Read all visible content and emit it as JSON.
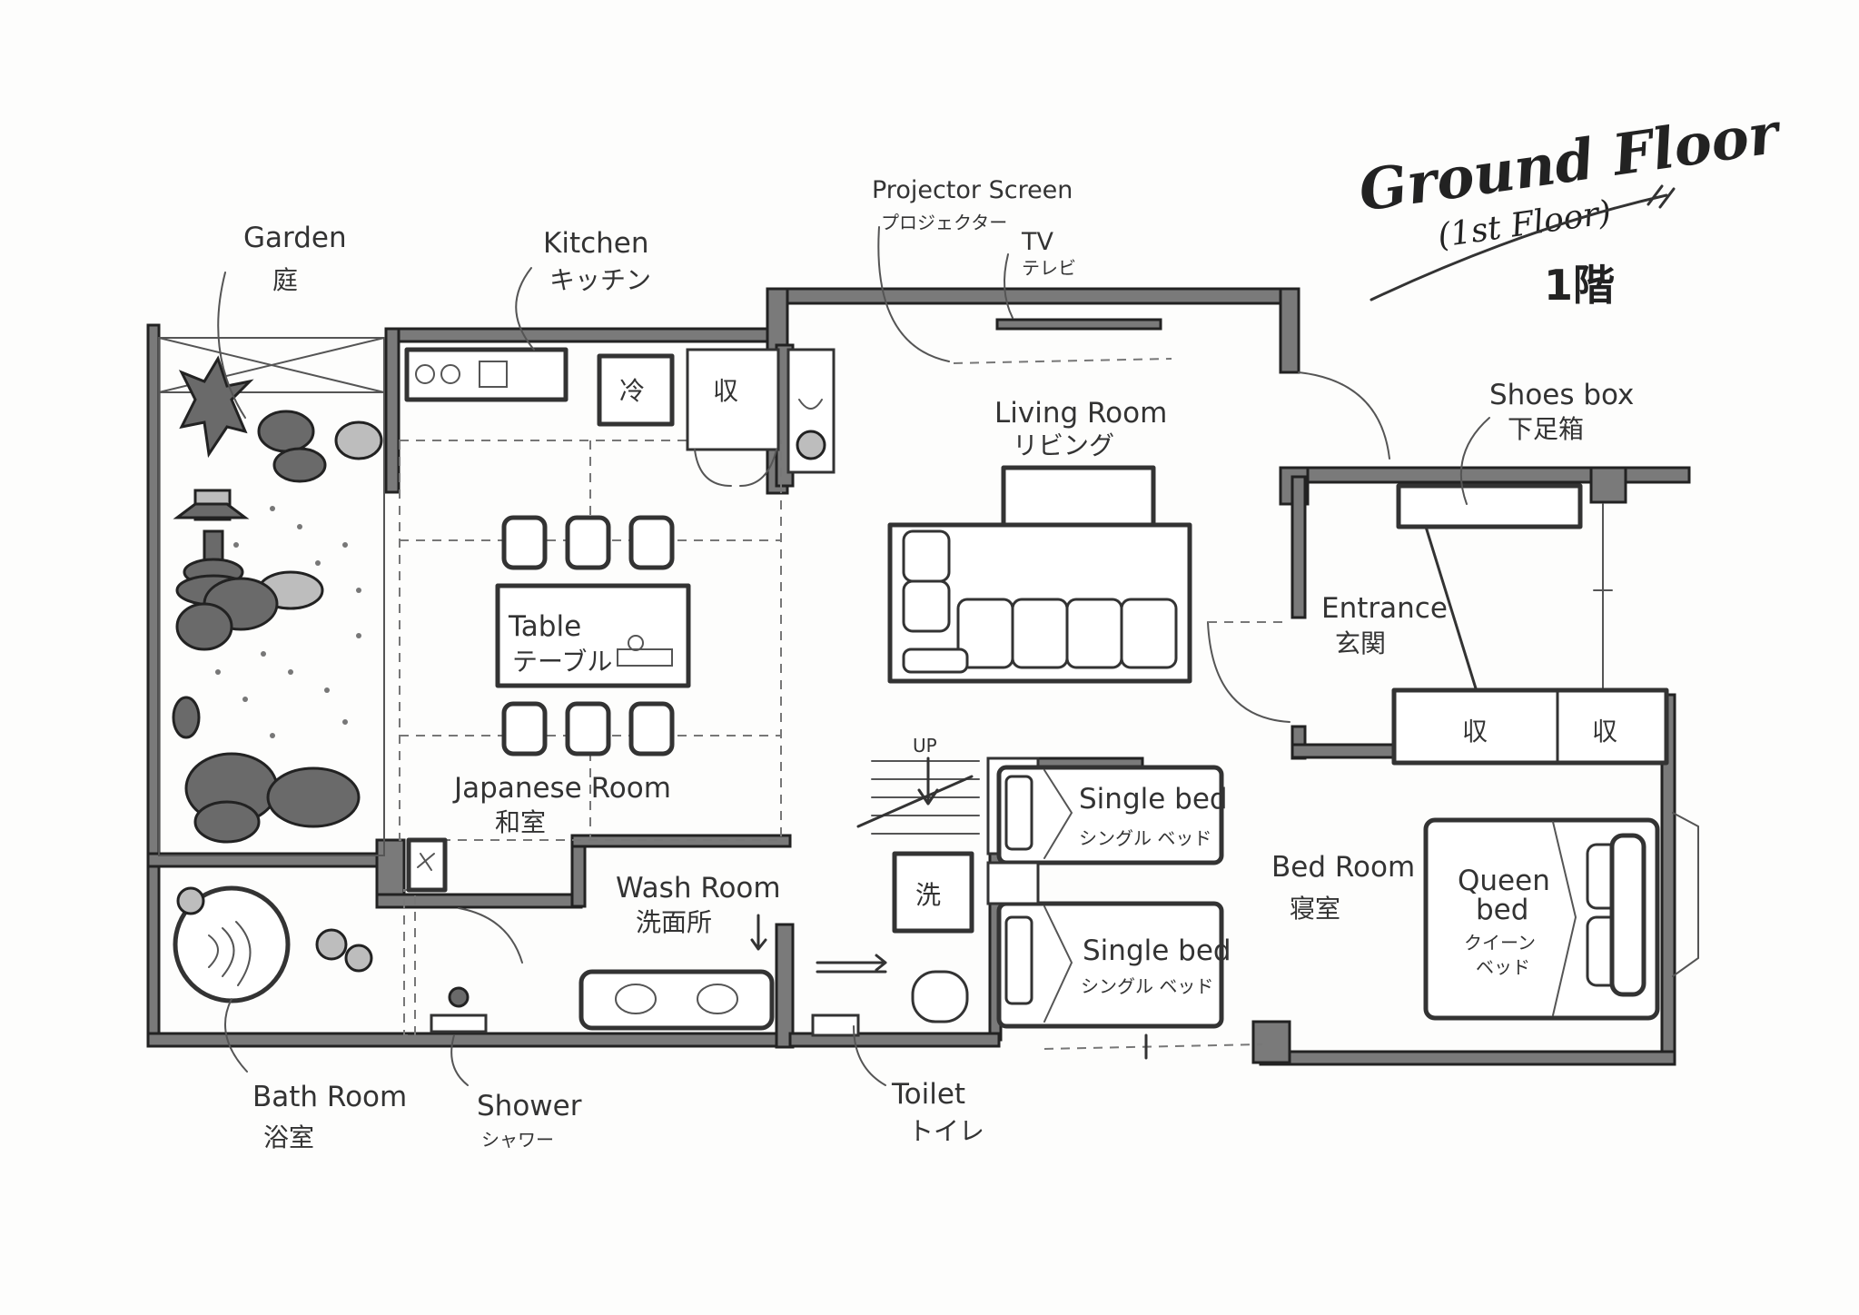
{
  "title": {
    "main": "Ground Floor",
    "sub": "(1st Floor)",
    "japanese": "1階"
  },
  "rooms": {
    "garden": {
      "en": "Garden",
      "jp": "庭"
    },
    "kitchen": {
      "en": "Kitchen",
      "jp": "キッチン"
    },
    "projector": {
      "en": "Projector Screen",
      "jp": "プロジェクター"
    },
    "tv": {
      "en": "TV",
      "jp": "テレビ"
    },
    "living": {
      "en": "Living Room",
      "jp": "リビング"
    },
    "shoes_box": {
      "en": "Shoes box",
      "jp": "下足箱"
    },
    "entrance": {
      "en": "Entrance",
      "jp": "玄関"
    },
    "table": {
      "en": "Table",
      "jp": "テーブル"
    },
    "japanese_room": {
      "en": "Japanese Room",
      "jp": "和室"
    },
    "wash_room": {
      "en": "Wash Room",
      "jp": "洗面所"
    },
    "single_bed_1": {
      "en": "Single bed",
      "jp": "シングル ベッド"
    },
    "single_bed_2": {
      "en": "Single bed",
      "jp": "シングル ベッド"
    },
    "bed_room": {
      "en": "Bed Room",
      "jp": "寝室"
    },
    "queen_bed": {
      "line1": "Queen",
      "line2": "bed",
      "jp1": "クイーン",
      "jp2": "ベッド"
    },
    "bath_room": {
      "en": "Bath Room",
      "jp": "浴室"
    },
    "shower": {
      "en": "Shower",
      "jp": "シャワー"
    },
    "toilet": {
      "en": "Toilet",
      "jp": "トイレ"
    }
  },
  "marks": {
    "fridge": "冷",
    "storage": "収",
    "washer": "洗",
    "stairs_up": "UP"
  }
}
